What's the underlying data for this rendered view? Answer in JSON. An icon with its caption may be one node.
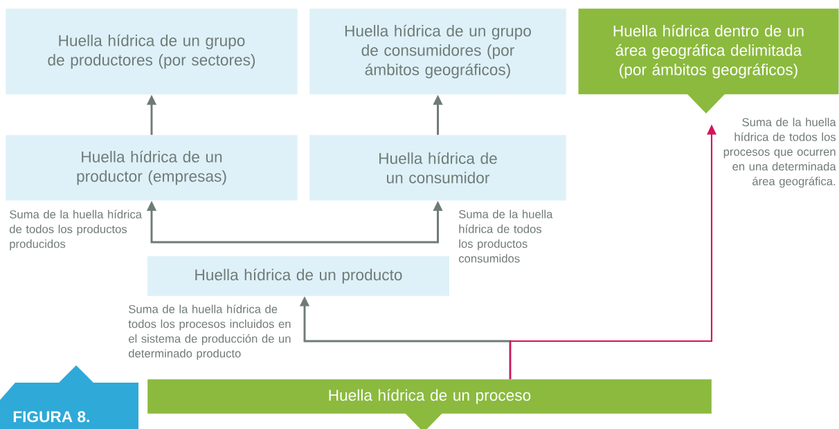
{
  "diagram": {
    "nodes": [
      {
        "text": [
          "Huella hídrica de un grupo de productores (por sectores)"
        ]
      },
      {
        "text": [
          "Huella hídrica de un grupo de consumidores (por ámbitos geográficos)"
        ]
      },
      {
        "text": [
          "Huella hídrica dentro de un área geográfica delimitada (por ámbitos geográficos)"
        ]
      },
      {
        "text": [
          "Huella hídrica de un productor (empresas)"
        ]
      },
      {
        "text": [
          "Huella hídrica de un consumidor"
        ]
      },
      {
        "text": [
          "Huella hídrica de un producto"
        ]
      },
      {
        "text": [
          "Huella hídrica de un proceso"
        ]
      }
    ],
    "edges": [
      {
        "from": 3,
        "to": 0,
        "arrow": "to"
      },
      {
        "from": 4,
        "to": 1,
        "arrow": "to"
      },
      {
        "from": 5,
        "to": 3,
        "arrow": "to"
      },
      {
        "from": 5,
        "to": 4,
        "arrow": "to"
      },
      {
        "from": 6,
        "to": 5,
        "arrow": "to"
      },
      {
        "from": 6,
        "to": 2,
        "arrow": "to",
        "color": "#d4145a"
      }
    ],
    "labels": [
      "Suma de la huella hídrica de todos los procesos que ocurren en una determinada área geográfica.",
      "Suma de la huella hídrica de todos los productos producidos",
      "Suma de la huella hídrica de todos los productos consumidos",
      "Suma de la huella hídrica de todos los procesos incluidos en el sistema de producción de un determinado producto",
      "FIGURA 8."
    ]
  }
}
